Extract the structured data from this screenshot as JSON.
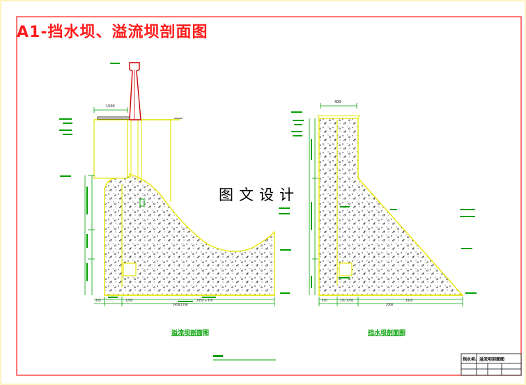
{
  "sheet": {
    "title": "A1-挡水坝、溢流坝剖面图",
    "watermark": "图文设计"
  },
  "colors": {
    "border": "#ff1a1a",
    "outline": "#e6e600",
    "dimension": "#00a000",
    "pier": "#cc0000",
    "text": "#000000"
  },
  "drawings": [
    {
      "caption": "溢流坝剖面图",
      "dims": {
        "top_width": "1500",
        "bottom_left": "450",
        "bottom_mid": "1200",
        "bottom_right": "2450 + 470",
        "total": "5950/1700"
      }
    },
    {
      "caption": "挡水坝剖面图",
      "dims": {
        "top_width": "400",
        "bottom_left": "450",
        "bottom_mid": "250 1700",
        "bottom_right": "2440",
        "total": "3500"
      }
    }
  ],
  "title_block": {
    "row1_a": "挡水坝、",
    "row1_b": "溢流坝剖面图"
  }
}
